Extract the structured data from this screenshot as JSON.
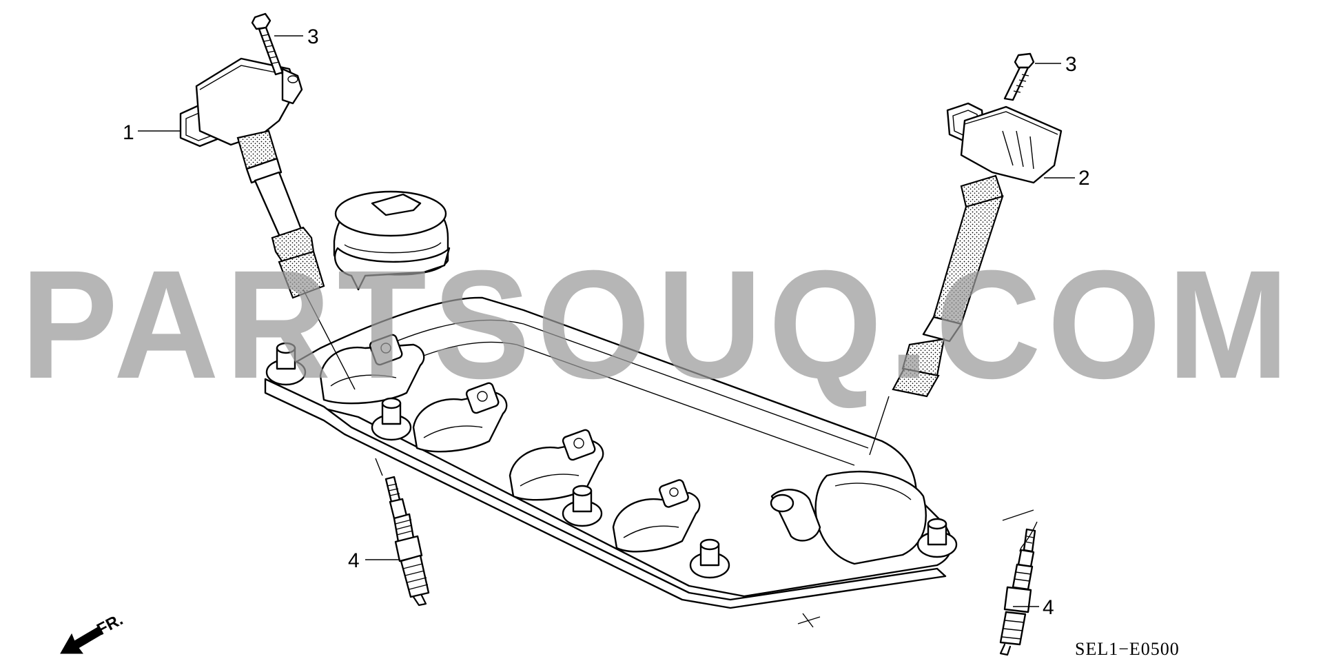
{
  "diagram": {
    "callouts": {
      "c1": "1",
      "c2": "2",
      "c3_left": "3",
      "c3_right": "3",
      "c4_left": "4",
      "c4_right": "4"
    },
    "direction_label": "FR.",
    "diagram_code": "SEL1−E0500"
  },
  "watermark": {
    "text": "PARTSOUQ.COM",
    "color": "#9a9a9a"
  }
}
